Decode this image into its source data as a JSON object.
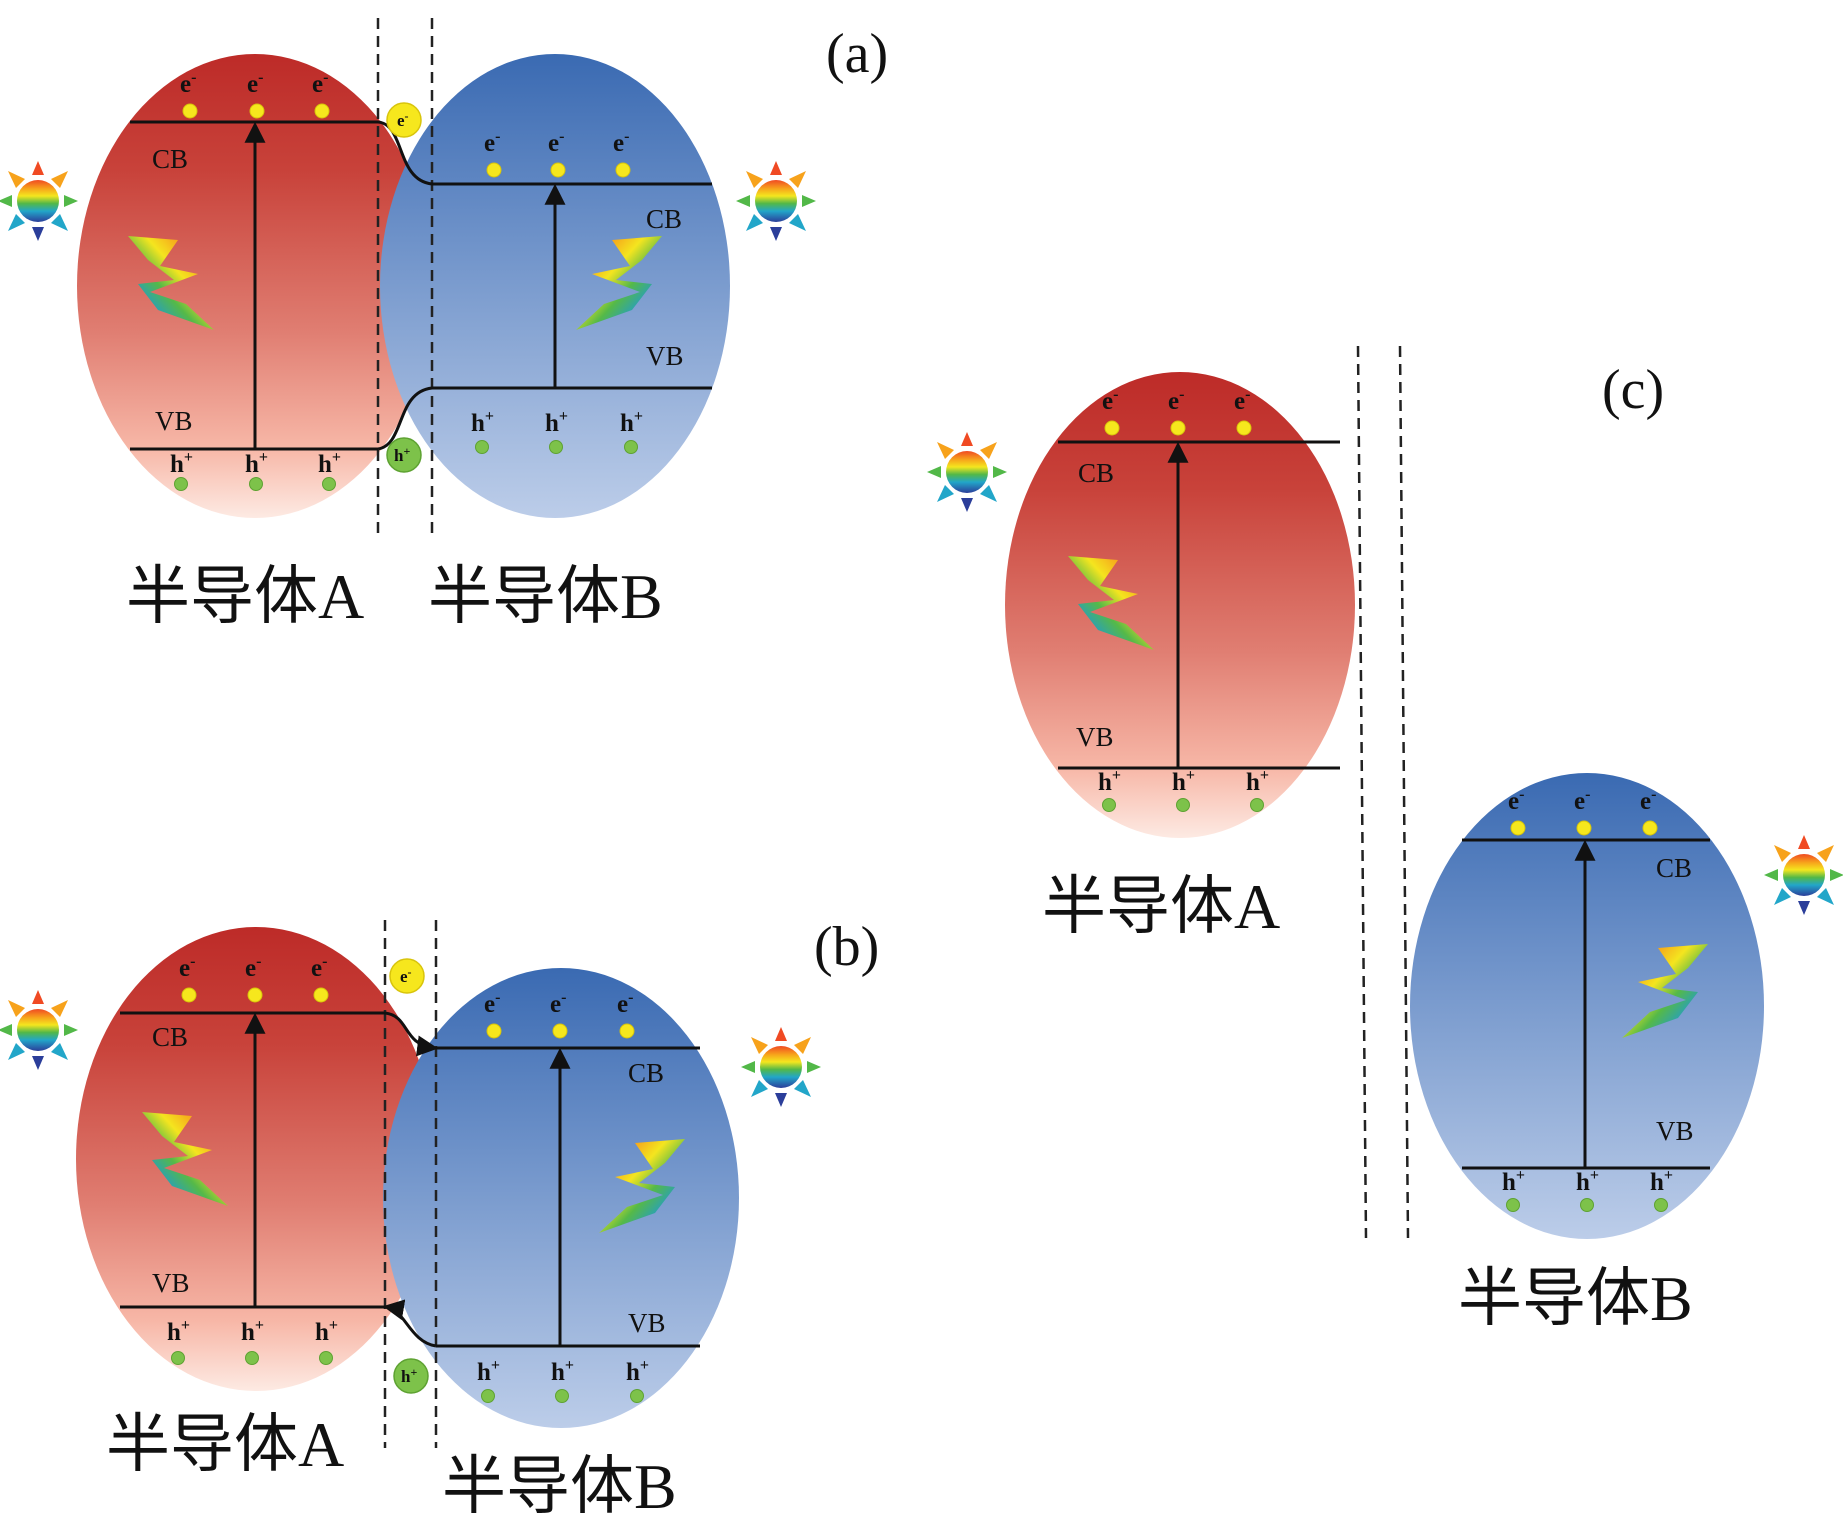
{
  "panels": {
    "a": {
      "label": "(a)",
      "semi_a": "半导体A",
      "semi_b": "半导体B"
    },
    "b": {
      "label": "(b)",
      "semi_a": "半导体A",
      "semi_b": "半导体B"
    },
    "c": {
      "label": "(c)",
      "semi_a": "半导体A",
      "semi_b": "半导体B"
    }
  },
  "bands": {
    "cb": "CB",
    "vb": "VB"
  },
  "carriers": {
    "electron": "e",
    "electron_sup": "-",
    "hole": "h",
    "hole_sup": "+"
  },
  "colors": {
    "red_top": "#be2e2a",
    "red_bottom": "#fde5de",
    "blue_top": "#3d6fb5",
    "blue_bottom": "#b8cae8",
    "electron": "#f6e71d",
    "hole": "#7dc24a"
  },
  "icons": [
    "sun-icon",
    "rainbow-lightning-icon",
    "electron-bubble-icon",
    "hole-bubble-icon"
  ]
}
